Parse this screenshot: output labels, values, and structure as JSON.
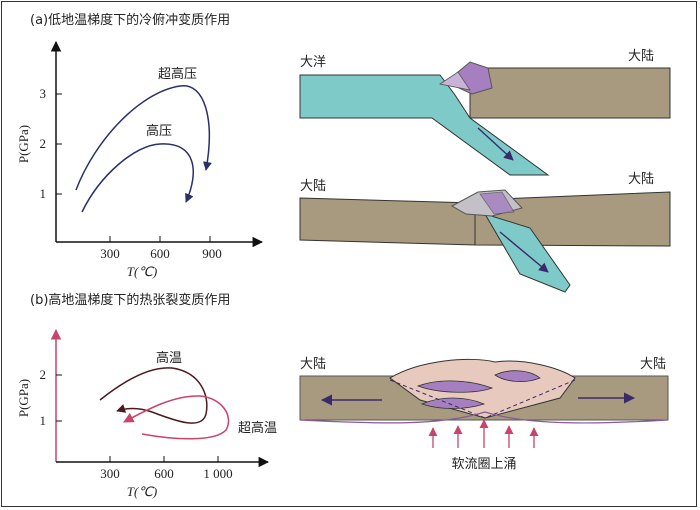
{
  "panel_a": {
    "caption": "(a)低地温梯度下的冷俯冲变质作用",
    "y_axis_label": "P(GPa)",
    "x_axis_label": "T(℃)",
    "y_ticks": [
      "3",
      "2",
      "1"
    ],
    "x_ticks": [
      "300",
      "600",
      "900"
    ],
    "curve_labels": {
      "uhp": "超高压",
      "hp": "高压"
    },
    "diagram_labels": {
      "ocean_top": "大洋",
      "continent_top": "大陆",
      "continent_bottom_left": "大陆",
      "continent_bottom_right": "大陆"
    }
  },
  "panel_b": {
    "caption": "(b)高地温梯度下的热张裂变质作用",
    "y_axis_label": "P(GPa)",
    "x_axis_label": "T(℃)",
    "y_ticks": [
      "2",
      "1"
    ],
    "x_ticks": [
      "300",
      "600",
      "1 000"
    ],
    "curve_labels": {
      "ht": "高温",
      "uht": "超高温"
    },
    "diagram_labels": {
      "continent_left": "大陆",
      "continent_right": "大陆",
      "upwelling": "软流圈上涌"
    }
  },
  "colors": {
    "ocean": "#7ecac8",
    "continent": "#a89a7f",
    "purple": "#a57fc0",
    "curve_a": "#2a2f6b",
    "curve_b_ht": "#4a1a20",
    "curve_b_uht": "#c8446a",
    "upwelling_arrow": "#c8446a",
    "pink_dome": "#e8c9bd"
  }
}
